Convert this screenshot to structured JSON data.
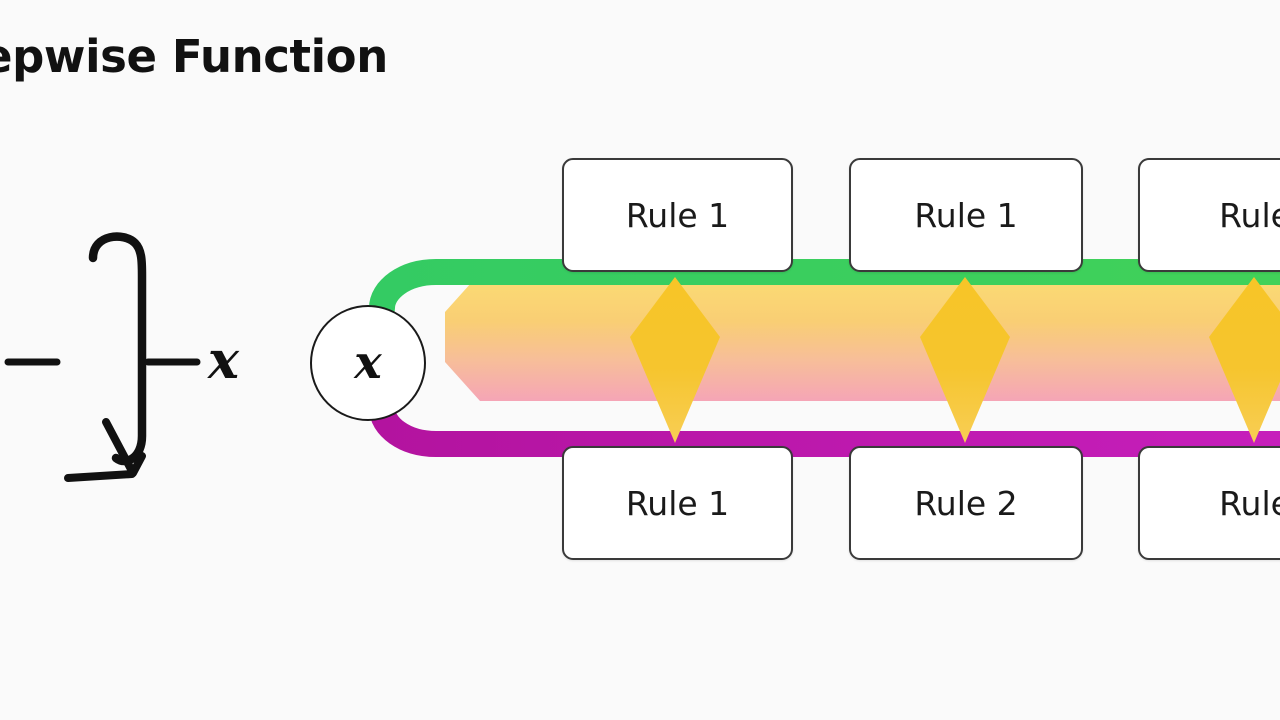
{
  "page": {
    "title": "epwise Function",
    "background_color": "#FAFAFA"
  },
  "math_expression": {
    "name": "integral-expression",
    "symbols": [
      "—",
      "∫",
      "—",
      "x"
    ],
    "description": "minus integral minus x"
  },
  "input_node": {
    "label": "x",
    "shape": "circle",
    "fill": "#FFFFFF",
    "stroke": "#1A1A1A"
  },
  "flow": {
    "bands": [
      {
        "name": "green-band",
        "color": "#3BCE58",
        "position": "top"
      },
      {
        "name": "gradient-band",
        "color_start": "#F9D96B",
        "color_end": "#F5A6B6",
        "position": "middle"
      },
      {
        "name": "magenta-band",
        "color": "#C117B4",
        "position": "bottom"
      }
    ],
    "gate_color": "#F6C52E",
    "gate_count": 3,
    "gate_shape": "diamond"
  },
  "rules": {
    "top_row": [
      {
        "label": "Rule 1"
      },
      {
        "label": "Rule 1"
      },
      {
        "label": "Rule"
      }
    ],
    "bottom_row": [
      {
        "label": "Rule 1"
      },
      {
        "label": "Rule 2"
      },
      {
        "label": "Rule"
      }
    ]
  }
}
